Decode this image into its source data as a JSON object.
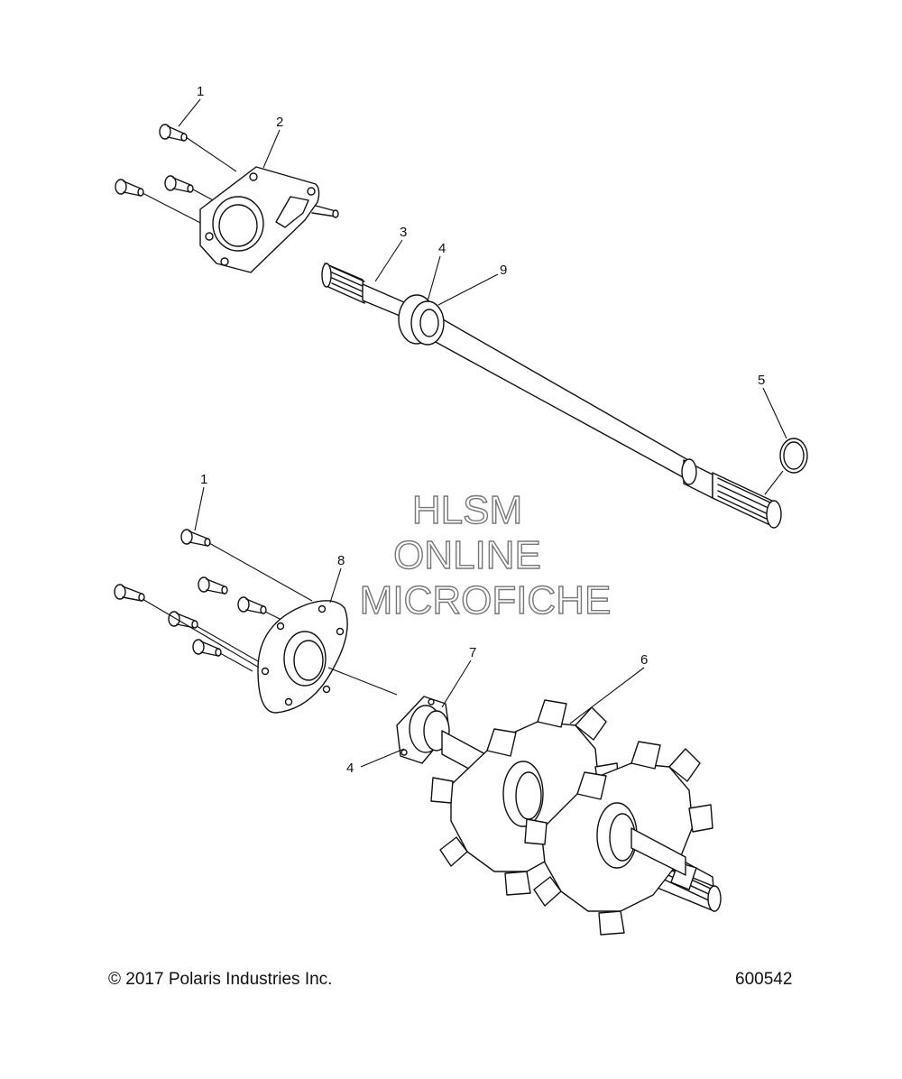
{
  "callouts": {
    "c1a": "1",
    "c2": "2",
    "c3": "3",
    "c4a": "4",
    "c9": "9",
    "c5": "5",
    "c1b": "1",
    "c8": "8",
    "c7": "7",
    "c6": "6",
    "c4b": "4"
  },
  "watermark": {
    "line1": "HLSM",
    "line2": "ONLINE",
    "line3": "MICROFICHE"
  },
  "footer": {
    "copyright": "© 2017 Polaris Industries Inc.",
    "part_number": "600542"
  }
}
